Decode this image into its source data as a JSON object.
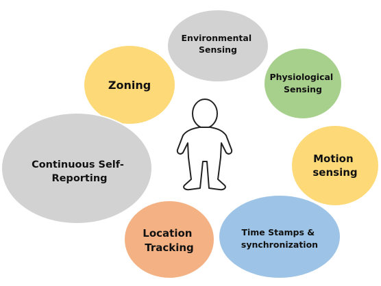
{
  "title": "",
  "colors": {
    "gray": "#d2d2d2",
    "yellow": "#fdd978",
    "green": "#a8d08d",
    "blue": "#9dc3e6",
    "orange": "#f4b183",
    "outline": "#ffffff",
    "figure_stroke": "#222222"
  },
  "center_figure": {
    "icon": "person-outline-icon"
  },
  "bubbles": [
    {
      "id": "environmental-sensing",
      "color": "gray",
      "lines": [
        "Environmental",
        "Sensing"
      ]
    },
    {
      "id": "zoning",
      "color": "yellow",
      "lines": [
        "Zoning"
      ]
    },
    {
      "id": "physiological-sensing",
      "color": "green",
      "lines": [
        "Physiological",
        "Sensing"
      ]
    },
    {
      "id": "continuous-self-reporting",
      "color": "gray",
      "lines": [
        "Continuous Self-",
        "Reporting"
      ]
    },
    {
      "id": "motion-sensing",
      "color": "yellow",
      "lines": [
        "Motion",
        "sensing"
      ]
    },
    {
      "id": "location-tracking",
      "color": "orange",
      "lines": [
        "Location",
        "Tracking"
      ]
    },
    {
      "id": "time-stamps",
      "color": "blue",
      "lines": [
        "Time Stamps &",
        "synchronization"
      ]
    }
  ]
}
